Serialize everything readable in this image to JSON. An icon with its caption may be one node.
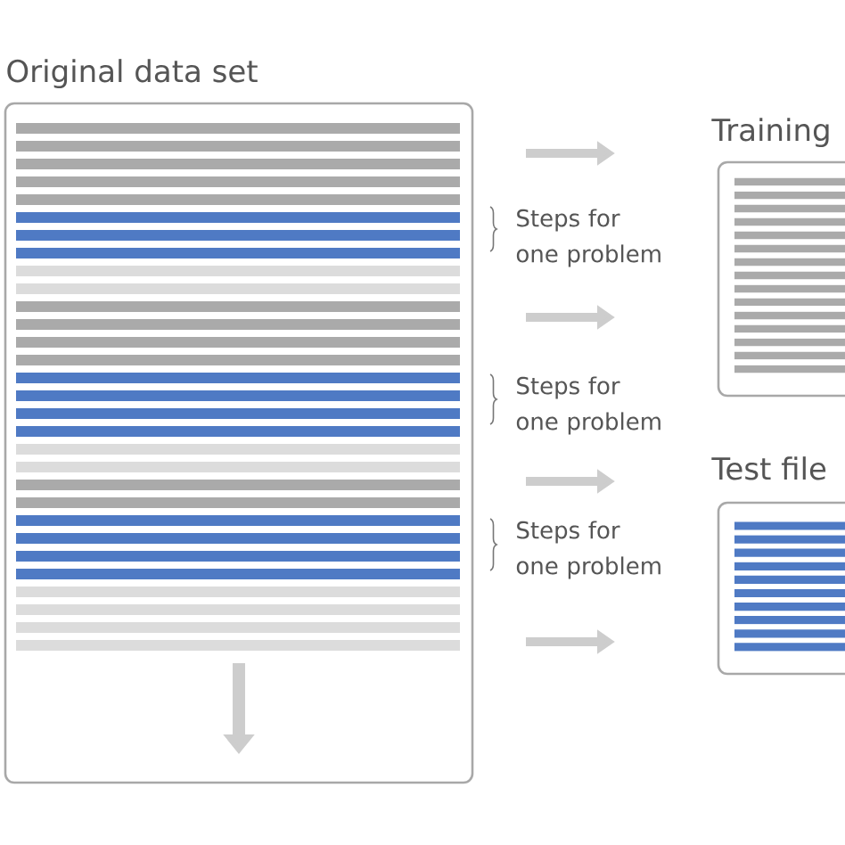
{
  "diagram": {
    "nodes": [
      {
        "text": [
          "Original data set"
        ]
      },
      {
        "text": [
          "Training"
        ]
      },
      {
        "text": [
          "Test file"
        ]
      }
    ],
    "edges": [
      {
        "from": 0,
        "to": 1,
        "arrow": "to"
      },
      {
        "from": 0,
        "to": 1,
        "arrow": "to"
      },
      {
        "from": 0,
        "to": 2,
        "arrow": "to"
      },
      {
        "from": 0,
        "to": 2,
        "arrow": "to"
      }
    ],
    "labels": [
      "Steps for one problem",
      "Steps for one problem",
      "Steps for one problem"
    ]
  }
}
